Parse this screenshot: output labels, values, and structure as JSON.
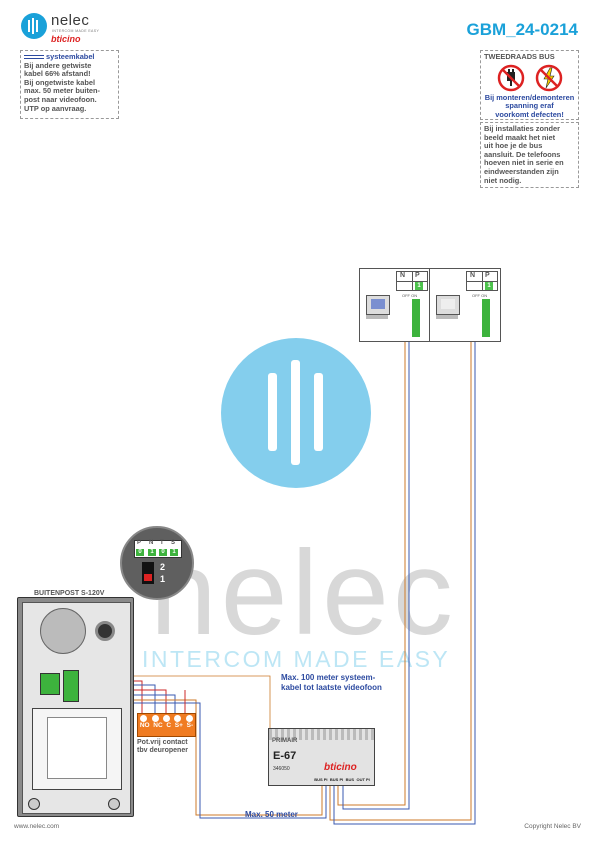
{
  "header": {
    "brand": "nelec",
    "tagline": "INTERCOM MADE EASY",
    "partner": "bticino",
    "doc_id": "GBM_24-0214"
  },
  "note_left": {
    "title": "systeemkabel",
    "lines": [
      "Bij andere getwiste",
      "kabel 66% afstand!",
      "Bij ongetwiste kabel",
      "max. 50 meter buiten-",
      "post naar videofoon.",
      "UTP op aanvraag."
    ]
  },
  "warning": {
    "title": "TWEEDRAADS BUS",
    "lines": [
      "Bij monteren/demonteren",
      "spanning eraf",
      "voorkomt defecten!"
    ]
  },
  "note_right": {
    "lines": [
      "Bij installaties zonder",
      "beeld maakt het niet",
      "uit hoe je de bus",
      "aansluit. De telefoons",
      "hoeven niet in serie en",
      "eindweerstanden zijn",
      "niet nodig."
    ]
  },
  "watermark": {
    "word": "nelec",
    "tag": "INTERCOM MADE EASY"
  },
  "monitor": {
    "n_label": "N",
    "p_label": "P",
    "n_val": "",
    "p_val": "1",
    "badge": "OFF ON"
  },
  "switch_detail": {
    "labels": [
      "P",
      "N",
      "T",
      "S"
    ],
    "values": [
      "0",
      "1",
      "0",
      "1"
    ],
    "pos_top": "2",
    "pos_bot": "1"
  },
  "door_station": {
    "title": "BUITENPOST S-120V"
  },
  "door_terminals": {
    "labels": [
      "NO",
      "NC",
      "C",
      "S+",
      "S-"
    ]
  },
  "pot_contact": {
    "lines": [
      "Pot.vrij contact",
      "tbv deuropener"
    ]
  },
  "power_supply": {
    "label1": "PRIMAIR",
    "model": "E-67",
    "code": "346050",
    "brand": "bticino",
    "terms": [
      "BUS PI",
      "BUS PI",
      "BUS",
      "OUT PI"
    ]
  },
  "cable_labels": {
    "long": [
      "Max. 100 meter systeem-",
      "kabel tot laatste videofoon"
    ],
    "short": "Max. 50 meter"
  },
  "footer": {
    "left": "www.nelec.com",
    "right": "Copyright Nelec BV"
  },
  "colors": {
    "accent": "#1aa1d9",
    "wire_red": "#cc2a2a",
    "wire_blue": "#3a5ab0",
    "terminal_orange": "#f07c22"
  }
}
